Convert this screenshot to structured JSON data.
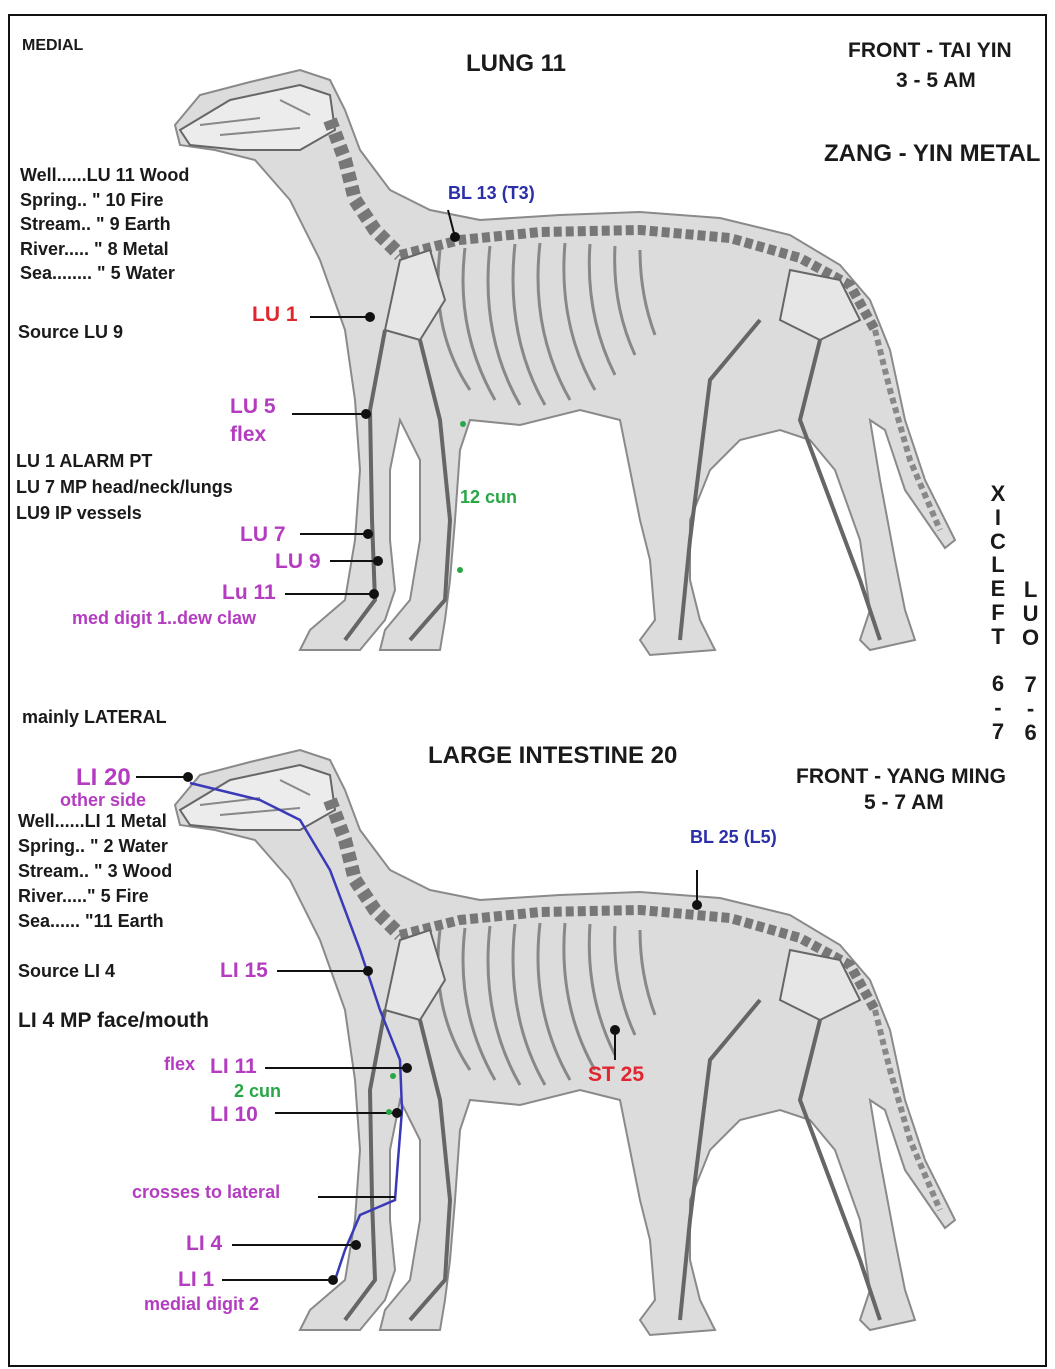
{
  "top": {
    "corner_label": "MEDIAL",
    "title": "LUNG  11",
    "front_line1": "FRONT - TAI YIN",
    "front_line2": "3 - 5 AM",
    "zang": "ZANG - YIN  METAL",
    "points_list": [
      "Well......LU 11 Wood",
      "Spring.. \"   10 Fire",
      "Stream.. \"   9  Earth",
      "River..... \"  8  Metal",
      "Sea........ \"  5  Water"
    ],
    "source": "Source LU 9",
    "points_meaning": [
      "LU 1  ALARM PT",
      "LU 7  MP   head/neck/lungs",
      "LU9   IP     vessels"
    ],
    "labels": {
      "lu1": "LU 1",
      "bl13": "BL 13 (T3)",
      "lu5": "LU 5",
      "flex": "flex",
      "cun12": "12 cun",
      "lu7": "LU 7",
      "lu9": "LU 9",
      "lu11": "Lu 11",
      "dewclaw": "med digit 1..dew claw"
    }
  },
  "side_vertical": {
    "left_col": [
      "X",
      "I",
      "C",
      "L",
      "E",
      "F",
      "T",
      "",
      "6",
      "-",
      "7"
    ],
    "right_col": [
      "L",
      "U",
      "O",
      "",
      "7",
      "-",
      "6"
    ]
  },
  "bottom": {
    "corner_label": "mainly LATERAL",
    "title": "LARGE INTESTINE  20",
    "front_line1": "FRONT - YANG MING",
    "front_line2": "5 - 7 AM",
    "points_list": [
      "Well......LI 1 Metal",
      "Spring.. \"  2 Water",
      "Stream.. \" 3 Wood",
      "River.....\" 5 Fire",
      "Sea...... \"11 Earth"
    ],
    "source": "Source LI 4",
    "mp": "LI 4  MP  face/mouth",
    "labels": {
      "li20": "LI 20",
      "other_side": "other side",
      "bl25": "BL 25 (L5)",
      "li15": "LI 15",
      "flex": "flex",
      "li11": "LI 11",
      "cun2": "2 cun",
      "li10": "LI 10",
      "st25": "ST 25",
      "crosses": "crosses to lateral",
      "li4": "LI 4",
      "li1": "LI 1",
      "digit2": "medial digit 2"
    }
  },
  "colors": {
    "black": "#1a1a1a",
    "red": "#e0262e",
    "magenta": "#b43cc0",
    "blue": "#2b2fa8",
    "green": "#28a745",
    "silhouette": "#dcdcdc"
  }
}
